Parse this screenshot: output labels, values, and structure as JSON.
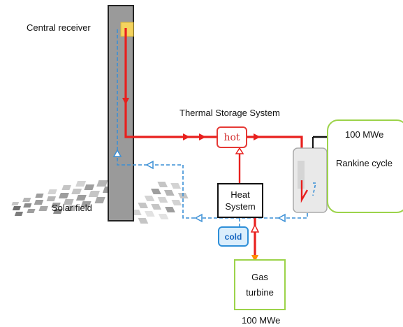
{
  "labels": {
    "central_receiver": "Central receiver",
    "thermal_storage": "Thermal Storage System",
    "solar_field": "Solar field",
    "rankine_power": "100  MWe",
    "rankine_cycle": "Rankine cycle",
    "gas_power": "100  MWe"
  },
  "boxes": {
    "hot": "hot",
    "cold": "cold",
    "heat_system": [
      "Heat",
      "System"
    ],
    "gas_turbine": [
      "Gas",
      "turbine"
    ]
  },
  "colors": {
    "hot_line": "#e8201e",
    "cold_line": "#3a8fd6",
    "tower": "#9a9a9a",
    "receiver": "#f4d35e",
    "green_border": "#9cd34a",
    "heliostat": "#8e8e8e"
  }
}
